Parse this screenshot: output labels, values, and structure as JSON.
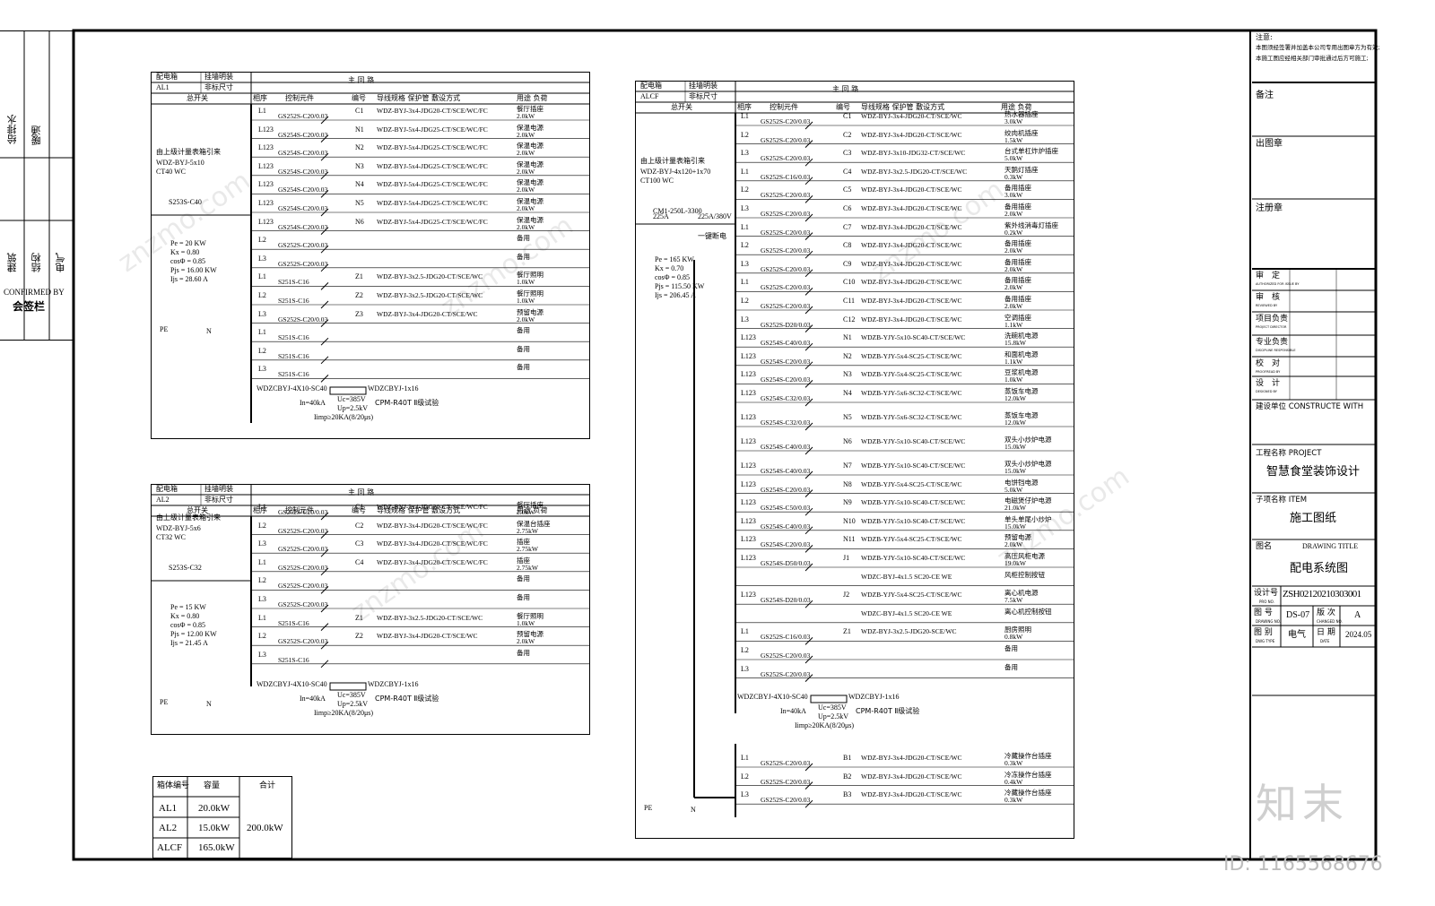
{
  "left_strip": {
    "items": [
      "给排水",
      "暖通",
      "建筑",
      "结构",
      "电气"
    ],
    "confirmed": "CONFIRMED BY",
    "confirmed_cn": "会签栏"
  },
  "ocr_header": {
    "col1": "配电箱",
    "col2": "挂墙明装",
    "col3": "非标尺寸",
    "main": "主 回 路",
    "total_switch": "总开关",
    "h_seq": "相序",
    "h_ctrl": "控制元件",
    "h_no": "编号",
    "h_wire": "导线规格 保护管 敷设方式",
    "h_use": "用途 负荷"
  },
  "al1": {
    "box_id": "AL1",
    "incoming": "由上级计量表箱引来",
    "cable1": "WDZ-BYJ-5x10",
    "cable2": "CT40 WC",
    "main_breaker": "S253S-C40",
    "calc": [
      "Pe = 20 KW",
      "Kx = 0.80",
      "cosΦ = 0.85",
      "Pjs = 16.00 KW",
      "Ijs = 28.60 A"
    ],
    "rows": [
      {
        "ph": "L1",
        "cb": "GS252S-C20/0.03",
        "no": "C1",
        "wire": "WDZ-BYJ-3x4-JDG20-CT/SCE/WC/FC",
        "use": "餐厅插座",
        "load": "2.0kW"
      },
      {
        "ph": "L123",
        "cb": "GS254S-C20/0.03",
        "no": "N1",
        "wire": "WDZ-BYJ-5x4-JDG25-CT/SCE/WC/FC",
        "use": "保温电源",
        "load": "2.0kW"
      },
      {
        "ph": "L123",
        "cb": "GS254S-C20/0.03",
        "no": "N2",
        "wire": "WDZ-BYJ-5x4-JDG25-CT/SCE/WC/FC",
        "use": "保温电源",
        "load": "2.0kW"
      },
      {
        "ph": "L123",
        "cb": "GS254S-C20/0.03",
        "no": "N3",
        "wire": "WDZ-BYJ-5x4-JDG25-CT/SCE/WC/FC",
        "use": "保温电源",
        "load": "2.0kW"
      },
      {
        "ph": "L123",
        "cb": "GS254S-C20/0.03",
        "no": "N4",
        "wire": "WDZ-BYJ-5x4-JDG25-CT/SCE/WC/FC",
        "use": "保温电源",
        "load": "2.0kW"
      },
      {
        "ph": "L123",
        "cb": "GS254S-C20/0.03",
        "no": "N5",
        "wire": "WDZ-BYJ-5x4-JDG25-CT/SCE/WC/FC",
        "use": "保温电源",
        "load": "2.0kW"
      },
      {
        "ph": "L123",
        "cb": "GS254S-C20/0.03",
        "no": "N6",
        "wire": "WDZ-BYJ-5x4-JDG25-CT/SCE/WC/FC",
        "use": "保温电源",
        "load": "2.0kW"
      },
      {
        "ph": "L2",
        "cb": "GS252S-C20/0.03",
        "no": "",
        "wire": "",
        "use": "备用",
        "load": ""
      },
      {
        "ph": "L3",
        "cb": "GS252S-C20/0.03",
        "no": "",
        "wire": "",
        "use": "备用",
        "load": ""
      },
      {
        "ph": "L1",
        "cb": "S251S-C16",
        "no": "Z1",
        "wire": "WDZ-BYJ-3x2.5-JDG20-CT/SCE/WC",
        "use": "餐厅照明",
        "load": "1.0kW"
      },
      {
        "ph": "L2",
        "cb": "S251S-C16",
        "no": "Z2",
        "wire": "WDZ-BYJ-3x2.5-JDG20-CT/SCE/WC",
        "use": "餐厅照明",
        "load": "1.0kW"
      },
      {
        "ph": "L3",
        "cb": "GS252S-C20/0.03",
        "no": "Z3",
        "wire": "WDZ-BYJ-3x4-JDG20-CT/SCE/WC",
        "use": "预留电源",
        "load": "2.0kW"
      },
      {
        "ph": "L1",
        "cb": "S251S-C16",
        "no": "",
        "wire": "",
        "use": "备用",
        "load": ""
      },
      {
        "ph": "L2",
        "cb": "S251S-C16",
        "no": "",
        "wire": "",
        "use": "备用",
        "load": ""
      },
      {
        "ph": "L3",
        "cb": "S251S-C16",
        "no": "",
        "wire": "",
        "use": "备用",
        "load": ""
      }
    ],
    "spd_cable": "WDZCBYJ-4X10-SC40",
    "spd_cable2": "WDZCBYJ-1x16",
    "spd": [
      "In=40kA",
      "Uc=385V",
      "Up=2.5kV",
      "Iimp≥20KA(8/20μs)"
    ],
    "spd_type": "CPM-R40T  Ⅱ级试验"
  },
  "al2": {
    "box_id": "AL2",
    "incoming": "由上级计量表箱引来",
    "cable1": "WDZ-BYJ-5x6",
    "cable2": "CT32 WC",
    "main_breaker": "S253S-C32",
    "calc": [
      "Pe = 15 KW",
      "Kx = 0.80",
      "cosΦ = 0.85",
      "Pjs = 12.00 KW",
      "Ijs = 21.45 A"
    ],
    "rows": [
      {
        "ph": "L1",
        "cb": "GS252S-C20/0.03",
        "no": "C1",
        "wire": "WDZ-BYJ-3x4-JDG20-CT/SCE/WC/FC",
        "use": "餐厅插座",
        "load": "2.0kW"
      },
      {
        "ph": "L2",
        "cb": "GS252S-C20/0.03",
        "no": "C2",
        "wire": "WDZ-BYJ-3x4-JDG20-CT/SCE/WC/FC",
        "use": "保温台插座",
        "load": "2.75kW"
      },
      {
        "ph": "L3",
        "cb": "GS252S-C20/0.03",
        "no": "C3",
        "wire": "WDZ-BYJ-3x4-JDG20-CT/SCE/WC/FC",
        "use": "插座",
        "load": "2.75kW"
      },
      {
        "ph": "L1",
        "cb": "GS252S-C20/0.03",
        "no": "C4",
        "wire": "WDZ-BYJ-3x4-JDG20-CT/SCE/WC/FC",
        "use": "插座",
        "load": "2.75kW"
      },
      {
        "ph": "L2",
        "cb": "GS252S-C20/0.03",
        "no": "",
        "wire": "",
        "use": "备用",
        "load": ""
      },
      {
        "ph": "L3",
        "cb": "GS252S-C20/0.03",
        "no": "",
        "wire": "",
        "use": "备用",
        "load": ""
      },
      {
        "ph": "L1",
        "cb": "S251S-C16",
        "no": "Z1",
        "wire": "WDZ-BYJ-3x2.5-JDG20-CT/SCE/WC",
        "use": "餐厅照明",
        "load": "1.0kW"
      },
      {
        "ph": "L2",
        "cb": "GS252S-C20/0.03",
        "no": "Z2",
        "wire": "WDZ-BYJ-3x4-JDG20-CT/SCE/WC",
        "use": "预留电源",
        "load": "2.0kW"
      },
      {
        "ph": "L3",
        "cb": "S251S-C16",
        "no": "",
        "wire": "",
        "use": "备用",
        "load": ""
      }
    ],
    "spd_cable": "WDZCBYJ-4X10-SC40",
    "spd_cable2": "WDZCBYJ-1x16",
    "spd": [
      "In=40kA",
      "Uc=385V",
      "Up=2.5kV",
      "Iimp≥20KA(8/20μs)"
    ],
    "spd_type": "CPM-R40T  Ⅱ级试验"
  },
  "alcf": {
    "box_id": "ALCF",
    "incoming": "由上级计量表箱引来",
    "cable1": "WDZ-BYJ-4x120+1x70",
    "cable2": "CT100 WC",
    "main_breaker": "CM1-250L-3300",
    "main_rating": "225A",
    "iso": "225A/380V",
    "iso_label": "一键断电",
    "calc": [
      "Pe = 165 KW",
      "Kx = 0.70",
      "cosΦ = 0.85",
      "Pjs = 115.50 KW",
      "Ijs = 206.45 A"
    ],
    "rows": [
      {
        "ph": "L1",
        "cb": "GS252S-C20/0.03",
        "no": "C1",
        "wire": "WDZ-BYJ-3x4-JDG20-CT/SCE/WC",
        "use": "热水器插座",
        "load": "3.0kW"
      },
      {
        "ph": "L2",
        "cb": "GS252S-C20/0.03",
        "no": "C2",
        "wire": "WDZ-BYJ-3x4-JDG20-CT/SCE/WC",
        "use": "绞肉机插座",
        "load": "1.5kW"
      },
      {
        "ph": "L3",
        "cb": "GS252S-C20/0.03",
        "no": "C3",
        "wire": "WDZ-BYJ-3x10-JDG32-CT/SCE/WC",
        "use": "台式单杠炸炉插座",
        "load": "5.0kW"
      },
      {
        "ph": "L1",
        "cb": "GS252S-C16/0.03",
        "no": "C4",
        "wire": "WDZ-BYJ-3x2.5-JDG20-CT/SCE/WC",
        "use": "天鹅灯插座",
        "load": "0.3kW"
      },
      {
        "ph": "L2",
        "cb": "GS252S-C20/0.03",
        "no": "C5",
        "wire": "WDZ-BYJ-3x4-JDG20-CT/SCE/WC",
        "use": "备用插座",
        "load": "3.0kW"
      },
      {
        "ph": "L3",
        "cb": "GS252S-C20/0.03",
        "no": "C6",
        "wire": "WDZ-BYJ-3x4-JDG20-CT/SCE/WC",
        "use": "备用插座",
        "load": "2.0kW"
      },
      {
        "ph": "L1",
        "cb": "GS252S-C20/0.03",
        "no": "C7",
        "wire": "WDZ-BYJ-3x4-JDG20-CT/SCE/WC",
        "use": "紫外线消毒灯插座",
        "load": "0.2kW"
      },
      {
        "ph": "L2",
        "cb": "GS252S-C20/0.03",
        "no": "C8",
        "wire": "WDZ-BYJ-3x4-JDG20-CT/SCE/WC",
        "use": "备用插座",
        "load": "2.0kW"
      },
      {
        "ph": "L3",
        "cb": "GS252S-C20/0.03",
        "no": "C9",
        "wire": "WDZ-BYJ-3x4-JDG20-CT/SCE/WC",
        "use": "备用插座",
        "load": "2.0kW"
      },
      {
        "ph": "L1",
        "cb": "GS252S-C20/0.03",
        "no": "C10",
        "wire": "WDZ-BYJ-3x4-JDG20-CT/SCE/WC",
        "use": "备用插座",
        "load": "2.0kW"
      },
      {
        "ph": "L2",
        "cb": "GS252S-C20/0.03",
        "no": "C11",
        "wire": "WDZ-BYJ-3x4-JDG20-CT/SCE/WC",
        "use": "备用插座",
        "load": "2.0kW"
      },
      {
        "ph": "L3",
        "cb": "GS252S-D20/0.03",
        "no": "C12",
        "wire": "WDZ-BYJ-3x4-JDG20-CT/SCE/WC",
        "use": "空调插座",
        "load": "1.1kW"
      },
      {
        "ph": "L123",
        "cb": "GS254S-C40/0.03",
        "no": "N1",
        "wire": "WDZB-YJY-5x10-SC40-CT/SCE/WC",
        "use": "洗碗机电源",
        "load": "15.8kW"
      },
      {
        "ph": "L123",
        "cb": "GS254S-C20/0.03",
        "no": "N2",
        "wire": "WDZB-YJY-5x4-SC25-CT/SCE/WC",
        "use": "和面机电源",
        "load": "1.1kW"
      },
      {
        "ph": "L123",
        "cb": "GS254S-C20/0.03",
        "no": "N3",
        "wire": "WDZB-YJY-5x4-SC25-CT/SCE/WC",
        "use": "豆浆机电源",
        "load": "1.0kW"
      },
      {
        "ph": "L123",
        "cb": "GS254S-C32/0.03",
        "no": "N4",
        "wire": "WDZB-YJY-5x6-SC32-CT/SCE/WC",
        "use": "蒸饭车电源",
        "load": "12.0kW"
      },
      {
        "ph": "L123",
        "cb": "GS254S-C32/0.03",
        "no": "N5",
        "wire": "WDZB-YJY-5x6-SC32-CT/SCE/WC",
        "use": "蒸饭车电源",
        "load": "12.0kW"
      },
      {
        "ph": "L123",
        "cb": "GS254S-C40/0.03",
        "no": "N6",
        "wire": "WDZB-YJY-5x10-SC40-CT/SCE/WC",
        "use": "双头小炒炉电源",
        "load": "15.0kW"
      },
      {
        "ph": "L123",
        "cb": "GS254S-C40/0.03",
        "no": "N7",
        "wire": "WDZB-YJY-5x10-SC40-CT/SCE/WC",
        "use": "双头小炒炉电源",
        "load": "15.0kW"
      },
      {
        "ph": "L123",
        "cb": "GS254S-C20/0.03",
        "no": "N8",
        "wire": "WDZB-YJY-5x4-SC25-CT/SCE/WC",
        "use": "电饼铛电源",
        "load": "5.0kW"
      },
      {
        "ph": "L123",
        "cb": "GS254S-C50/0.03",
        "no": "N9",
        "wire": "WDZB-YJY-5x10-SC40-CT/SCE/WC",
        "use": "电磁煲仔炉电源",
        "load": "21.0kW"
      },
      {
        "ph": "L123",
        "cb": "GS254S-C40/0.03",
        "no": "N10",
        "wire": "WDZB-YJY-5x10-SC40-CT/SCE/WC",
        "use": "单头单尾小炒炉",
        "load": "15.0kW"
      },
      {
        "ph": "L123",
        "cb": "GS254S-C20/0.03",
        "no": "N11",
        "wire": "WDZB-YJY-5x4-SC25-CT/SCE/WC",
        "use": "预留电源",
        "load": "2.0kW"
      },
      {
        "ph": "L123",
        "cb": "GS254S-D50/0.03",
        "no": "J1",
        "wire": "WDZB-YJY-5x10-SC40-CT/SCE/WC",
        "use": "高压风柜电源",
        "load": "19.0kW"
      },
      {
        "ph": "",
        "cb": "",
        "no": "",
        "wire": "WDZC-BYJ-4x1.5 SC20-CE WE",
        "use": "风柜控制按钮",
        "load": ""
      },
      {
        "ph": "L123",
        "cb": "GS254S-D20/0.03",
        "no": "J2",
        "wire": "WDZB-YJY-5x4-SC25-CT/SCE/WC",
        "use": "离心机电源",
        "load": "7.5kW"
      },
      {
        "ph": "",
        "cb": "",
        "no": "",
        "wire": "WDZC-BYJ-4x1.5 SC20-CE WE",
        "use": "离心机控制按钮",
        "load": ""
      },
      {
        "ph": "L1",
        "cb": "GS252S-C16/0.03",
        "no": "Z1",
        "wire": "WDZ-BYJ-3x2.5-JDG20-SCE/WC",
        "use": "厨房照明",
        "load": "0.8kW"
      },
      {
        "ph": "L2",
        "cb": "GS252S-C20/0.03",
        "no": "",
        "wire": "",
        "use": "备用",
        "load": ""
      },
      {
        "ph": "L3",
        "cb": "GS252S-C20/0.03",
        "no": "",
        "wire": "",
        "use": "备用",
        "load": ""
      }
    ],
    "spd_cable": "WDZCBYJ-4X10-SC40",
    "spd_cable2": "WDZCBYJ-1x16",
    "spd": [
      "In=40kA",
      "Uc=385V",
      "Up=2.5kV",
      "Iimp≥20KA(8/20μs)"
    ],
    "spd_type": "CPM-R40T  Ⅱ级试验",
    "rows_b": [
      {
        "ph": "L1",
        "cb": "GS252S-C20/0.03",
        "no": "B1",
        "wire": "WDZ-BYJ-3x4-JDG20-CT/SCE/WC",
        "use": "冷藏操作台插座",
        "load": "0.3kW"
      },
      {
        "ph": "L2",
        "cb": "GS252S-C20/0.03",
        "no": "B2",
        "wire": "WDZ-BYJ-3x4-JDG20-CT/SCE/WC",
        "use": "冷冻操作台插座",
        "load": "0.4kW"
      },
      {
        "ph": "L3",
        "cb": "GS252S-C20/0.03",
        "no": "B3",
        "wire": "WDZ-BYJ-3x4-JDG20-CT/SCE/WC",
        "use": "冷藏操作台插座",
        "load": "0.3kW"
      }
    ]
  },
  "summary": {
    "h1": "箱体编号",
    "h2": "容量",
    "h3": "合计",
    "rows": [
      [
        "AL1",
        "20.0kW"
      ],
      [
        "AL2",
        "15.0kW"
      ],
      [
        "ALCF",
        "165.0kW"
      ]
    ],
    "total": "200.0kW"
  },
  "title_block": {
    "note_title": "注意:",
    "note1": "本图须经签署并加盖本公司专用出图章方为有效;",
    "note2": "本施工图应经相关部门审批通过后方可施工;",
    "remark": "备注",
    "stamp": "出图章",
    "reg_stamp": "注册章",
    "roles": [
      {
        "cn": "审　定",
        "en": "AUTHORIZED FOR ISSUE BY"
      },
      {
        "cn": "审　核",
        "en": "REVIEWED BY"
      },
      {
        "cn": "项目负责",
        "en": "PROJECT DIRECTOR"
      },
      {
        "cn": "专业负责",
        "en": "DISCIPLINE RESPONSIBLE"
      },
      {
        "cn": "校　对",
        "en": "PROOFREAD BY"
      },
      {
        "cn": "设　计",
        "en": "DESIGNED BY"
      }
    ],
    "construct": "建设单位  CONSTRUCTE WITH",
    "project_label": "工程名称  PROJECT",
    "project": "智慧食堂装饰设计",
    "item_label": "子项名称  ITEM",
    "item": "施工图纸",
    "title_label": "图名",
    "title_en": "DRAWING TITLE",
    "title": "配电系统图",
    "design_no_label": "设计号",
    "design_no": "ZSH02120210303001",
    "design_no_en": "PRO NO.",
    "dwg_no_label": "图 号",
    "dwg_no_en": "DRAWING NO.",
    "dwg_no": "DS-07",
    "rev_label": "版 次",
    "rev_en": "CHANGED NO.",
    "rev": "A",
    "cat_label": "图 别",
    "cat_en": "DWG TYPE",
    "cat": "电气",
    "date_label": "日 期",
    "date_en": "DATE",
    "date": "2024.05"
  },
  "watermark": {
    "logo": "知末",
    "id": "ID: 1165568676",
    "site": "znzmo.com"
  }
}
